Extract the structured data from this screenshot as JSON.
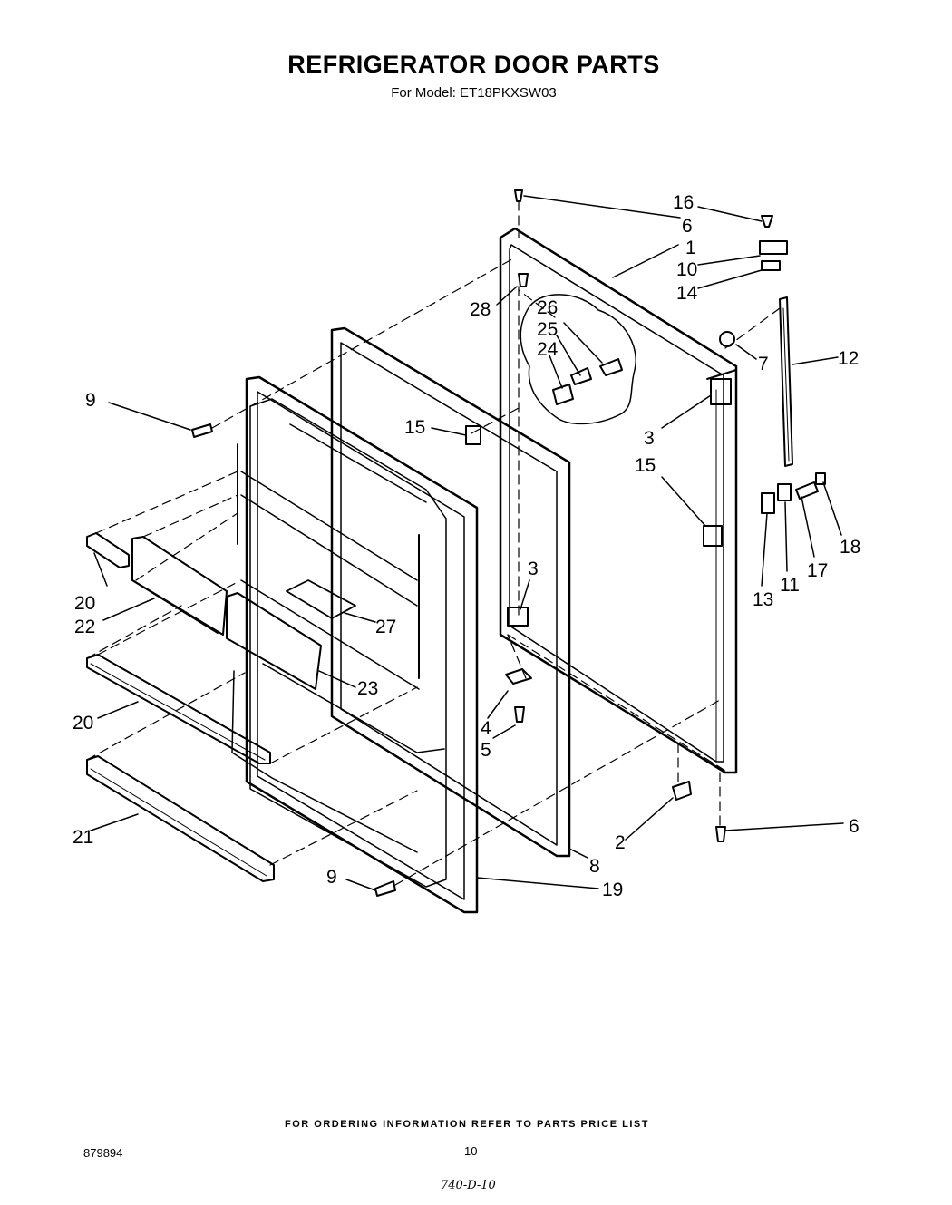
{
  "header": {
    "title": "REFRIGERATOR DOOR PARTS",
    "subtitle": "For Model: ET18PKXSW03"
  },
  "callouts": {
    "c16": "16",
    "c6_top": "6",
    "c1": "1",
    "c10": "10",
    "c14": "14",
    "c28": "28",
    "c26": "26",
    "c25": "25",
    "c24": "24",
    "c7": "7",
    "c12": "12",
    "c9_top": "9",
    "c15_left": "15",
    "c3_right": "3",
    "c15_right": "15",
    "c18": "18",
    "c17": "17",
    "c11": "11",
    "c13": "13",
    "c3_lower": "3",
    "c27": "27",
    "c20_top": "20",
    "c22": "22",
    "c23": "23",
    "c4": "4",
    "c5": "5",
    "c20_mid": "20",
    "c21": "21",
    "c2": "2",
    "c6_bottom": "6",
    "c8": "8",
    "c9_bottom": "9",
    "c19": "19"
  },
  "footer": {
    "note": "FOR ORDERING INFORMATION REFER TO PARTS PRICE LIST",
    "doc_number": "879894",
    "page_number": "10",
    "handwritten": "740-D-10"
  }
}
